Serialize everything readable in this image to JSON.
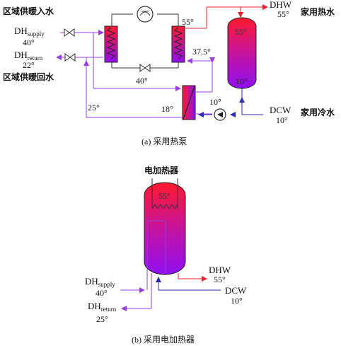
{
  "colors": {
    "hot": "#e8202a",
    "purple": "#9a3de0",
    "blue": "#2a2ab8",
    "tank_top": "#ff1a2e",
    "tank_bottom": "#8f0ff0"
  },
  "heat_pump": {
    "labels": {
      "dh_in_cn": "区域供暖入水",
      "dh_supply_main": "DH",
      "dh_supply_sub": "supply",
      "dh_supply_temp": "40°",
      "dh_return_main": "DH",
      "dh_return_sub": "return",
      "dh_return_temp": "22°",
      "dh_out_cn": "区域供暖回水",
      "t55_condenser": "55°",
      "t375": "37.5°",
      "t40_mid": "40°",
      "t25": "25°",
      "t18": "18°",
      "t10_pump": "10°",
      "dhw": "DHW",
      "dhw_temp": "55°",
      "dhw_cn": "家用热水",
      "tank_top_temp": "55°",
      "tank_bottom_temp": "10°",
      "dcw": "DCW",
      "dcw_temp": "10°",
      "dcw_cn": "家用冷水"
    },
    "caption": "(a)  采用热泵"
  },
  "electric": {
    "labels": {
      "heater_cn": "电加热器",
      "tank_top_temp": "55°",
      "dh_supply_main": "DH",
      "dh_supply_sub": "supply",
      "dh_supply_temp": "40°",
      "dh_return_main": "DH",
      "dh_return_sub": "return",
      "dh_return_temp": "25°",
      "dhw": "DHW",
      "dhw_temp": "55°",
      "dcw": "DCW",
      "dcw_temp": "10°"
    },
    "caption": "(b)  采用电加热器"
  }
}
